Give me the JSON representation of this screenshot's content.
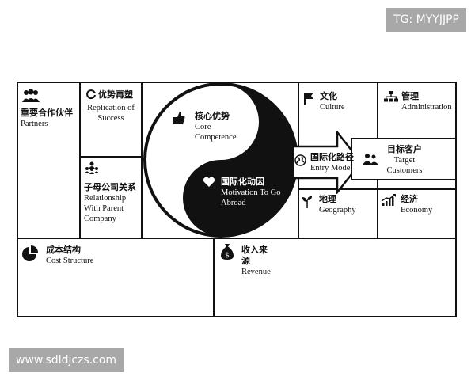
{
  "watermarks": {
    "top": "TG: MYYJJPP",
    "bottom": "www.sdldjczs.com"
  },
  "partners": {
    "zh": "重要合作伙伴",
    "en": "Partners",
    "icon": "people-group-icon"
  },
  "replication": {
    "zh": "优势再塑",
    "en": "Replication of Success",
    "icon": "refresh-icon"
  },
  "parent": {
    "zh": "子母公司关系",
    "en": "Relationship With Parent Company",
    "icon": "org-people-icon"
  },
  "core": {
    "zh": "核心优势",
    "en": "Core Competence",
    "icon": "thumbs-up-icon"
  },
  "motivation": {
    "zh": "国际化动因",
    "en": "Motivation To Go Abroad",
    "icon": "heart-icon"
  },
  "culture": {
    "zh": "文化",
    "en": "Culture",
    "icon": "flag-icon"
  },
  "administration": {
    "zh": "管理",
    "en": "Administration",
    "icon": "org-chart-icon"
  },
  "entry": {
    "zh": "国际化路径",
    "en": "Entry Mode",
    "icon": "globe-icon"
  },
  "target": {
    "zh": "目标客户",
    "en": "Target Customers",
    "icon": "people-icon"
  },
  "geography": {
    "zh": "地理",
    "en": "Geography",
    "icon": "plant-icon"
  },
  "economy": {
    "zh": "经济",
    "en": "Economy",
    "icon": "growth-chart-icon"
  },
  "cost": {
    "zh": "成本结构",
    "en": "Cost Structure",
    "icon": "pie-chart-icon"
  },
  "revenue": {
    "zh": "收入来源",
    "en": "Revenue",
    "icon": "money-bag-icon"
  }
}
